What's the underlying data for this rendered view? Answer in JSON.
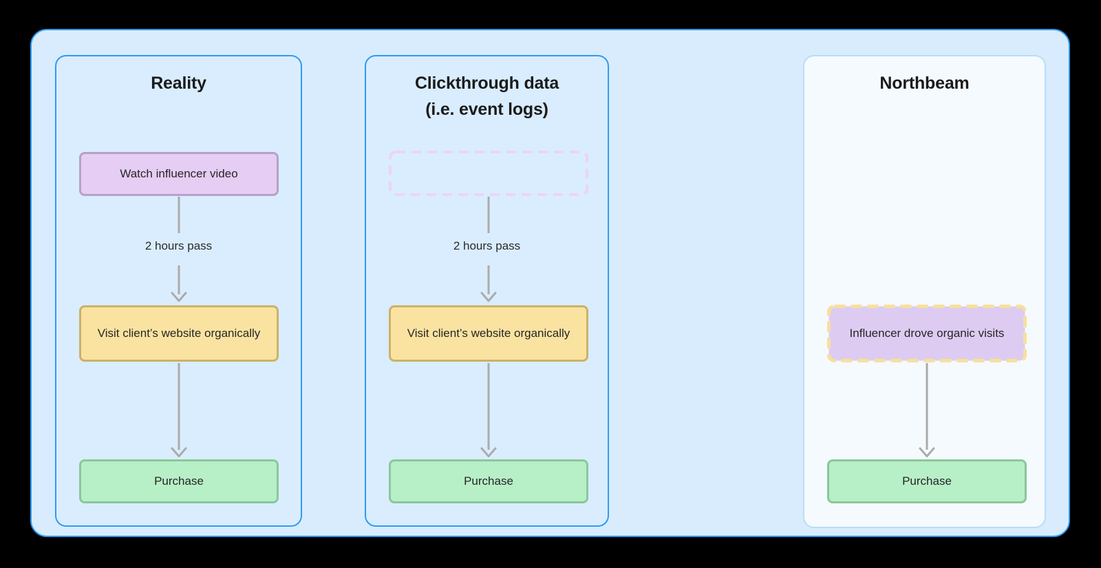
{
  "diagram": {
    "description_of_view": "Three-panel attribution flow diagram on a blue rounded canvas"
  },
  "panels": {
    "reality": {
      "title": "Reality",
      "nodes": {
        "watch_video": "Watch influencer video",
        "time_label": "2 hours pass",
        "visit_site": "Visit client’s website organically",
        "purchase": "Purchase"
      }
    },
    "clickthrough": {
      "title_line1": "Clickthrough data",
      "title_line2": "(i.e. event logs)",
      "nodes": {
        "unlogged_event": "",
        "time_label": "2 hours pass",
        "visit_site": "Visit client’s website organically",
        "purchase": "Purchase"
      }
    },
    "northbeam": {
      "title": "Northbeam",
      "nodes": {
        "influencer_visits": "Influencer drove organic visits",
        "purchase": "Purchase"
      }
    }
  },
  "colors": {
    "canvas_bg": "#000000",
    "container_fill": "#D8ECFD",
    "container_border": "#2E9BF4",
    "panel_blue_fill": "#D9EDFE",
    "panel_blue_border": "#2E9BF4",
    "panel_light_fill": "#F5FAFE",
    "panel_light_border": "#BBDCF4",
    "node_purple_fill": "#E6CDF4",
    "node_purple_border": "#B5A2C6",
    "node_yellow_fill": "#FAE3A1",
    "node_yellow_border": "#CBB269",
    "node_green_fill": "#B7EFC7",
    "node_green_border": "#8BC79B",
    "dashed_pink_border": "#EFD2F5",
    "node_purple_dashed_fill": "#DECBF2",
    "dashed_yellow_border": "#F8DF9C",
    "arrow": "#ABABAB",
    "title_text": "#1B1B1B"
  }
}
